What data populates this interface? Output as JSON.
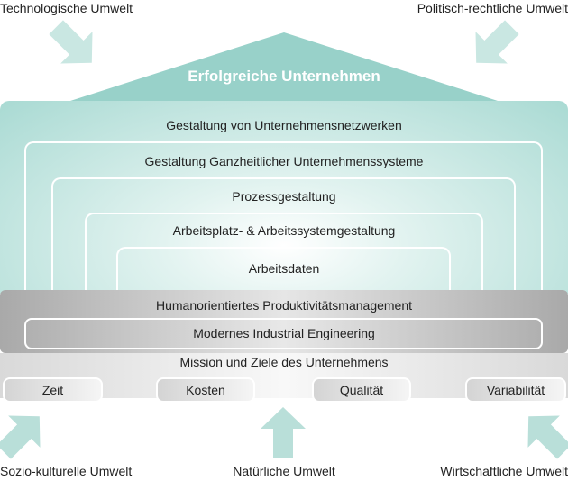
{
  "environments": {
    "top_left": "Technologische Umwelt",
    "top_right": "Politisch-rechtliche Umwelt",
    "bottom_left": "Sozio-kulturelle Umwelt",
    "bottom_center": "Natürliche Umwelt",
    "bottom_right": "Wirtschaftliche Umwelt"
  },
  "roof": "Erfolgreiche Unternehmen",
  "layers": [
    "Gestaltung von Unternehmensnetzwerken",
    "Gestaltung Ganzheitlicher Unternehmenssysteme",
    "Prozessgestaltung",
    "Arbeitsplatz- & Arbeitssystemgestaltung",
    "Arbeitsdaten"
  ],
  "foundation": {
    "management": "Humanorientiertes Produktivitätsmanagement",
    "engineering": "Modernes Industrial Engineering",
    "mission": "Mission und Ziele des Unternehmens",
    "pillars": [
      "Zeit",
      "Kosten",
      "Qualität",
      "Variabilität"
    ]
  },
  "colors": {
    "teal": "#98d1c9",
    "arrow": "#c4e5e0",
    "gray": "#b0b0b0"
  }
}
